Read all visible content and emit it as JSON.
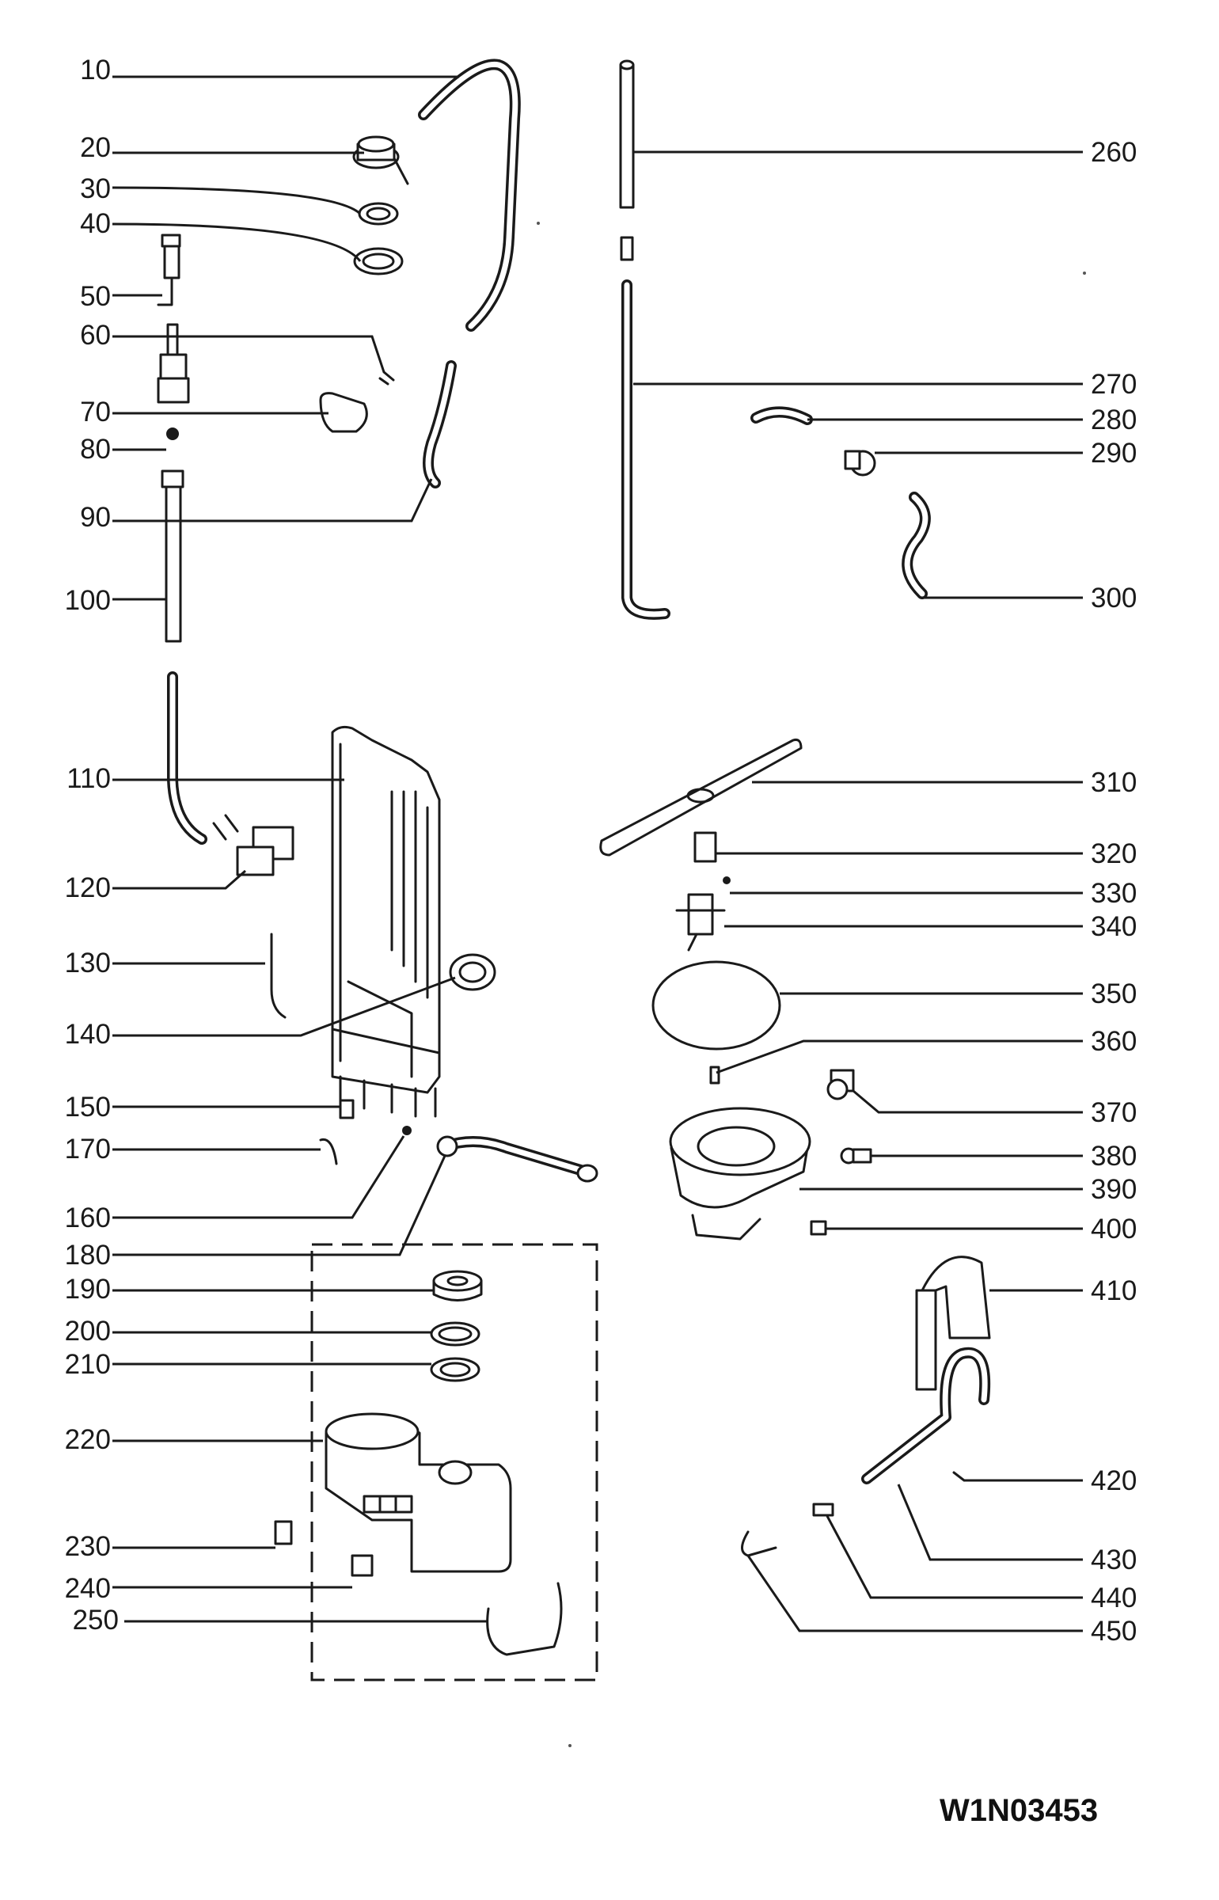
{
  "diagram_code": "W1N03453",
  "callouts": [
    {
      "id": "c10",
      "label": "10"
    },
    {
      "id": "c20",
      "label": "20"
    },
    {
      "id": "c30",
      "label": "30"
    },
    {
      "id": "c40",
      "label": "40"
    },
    {
      "id": "c50",
      "label": "50"
    },
    {
      "id": "c60",
      "label": "60"
    },
    {
      "id": "c70",
      "label": "70"
    },
    {
      "id": "c80",
      "label": "80"
    },
    {
      "id": "c90",
      "label": "90"
    },
    {
      "id": "c100",
      "label": "100"
    },
    {
      "id": "c110",
      "label": "110"
    },
    {
      "id": "c120",
      "label": "120"
    },
    {
      "id": "c130",
      "label": "130"
    },
    {
      "id": "c140",
      "label": "140"
    },
    {
      "id": "c150",
      "label": "150"
    },
    {
      "id": "c170",
      "label": "170"
    },
    {
      "id": "c160",
      "label": "160"
    },
    {
      "id": "c180",
      "label": "180"
    },
    {
      "id": "c190",
      "label": "190"
    },
    {
      "id": "c200",
      "label": "200"
    },
    {
      "id": "c210",
      "label": "210"
    },
    {
      "id": "c220",
      "label": "220"
    },
    {
      "id": "c230",
      "label": "230"
    },
    {
      "id": "c240",
      "label": "240"
    },
    {
      "id": "c250",
      "label": "250"
    },
    {
      "id": "c260",
      "label": "260"
    },
    {
      "id": "c270",
      "label": "270"
    },
    {
      "id": "c280",
      "label": "280"
    },
    {
      "id": "c290",
      "label": "290"
    },
    {
      "id": "c300",
      "label": "300"
    },
    {
      "id": "c310",
      "label": "310"
    },
    {
      "id": "c320",
      "label": "320"
    },
    {
      "id": "c330",
      "label": "330"
    },
    {
      "id": "c340",
      "label": "340"
    },
    {
      "id": "c350",
      "label": "350"
    },
    {
      "id": "c360",
      "label": "360"
    },
    {
      "id": "c370",
      "label": "370"
    },
    {
      "id": "c380",
      "label": "380"
    },
    {
      "id": "c390",
      "label": "390"
    },
    {
      "id": "c400",
      "label": "400"
    },
    {
      "id": "c410",
      "label": "410"
    },
    {
      "id": "c420",
      "label": "420"
    },
    {
      "id": "c430",
      "label": "430"
    },
    {
      "id": "c440",
      "label": "440"
    },
    {
      "id": "c450",
      "label": "450"
    }
  ]
}
